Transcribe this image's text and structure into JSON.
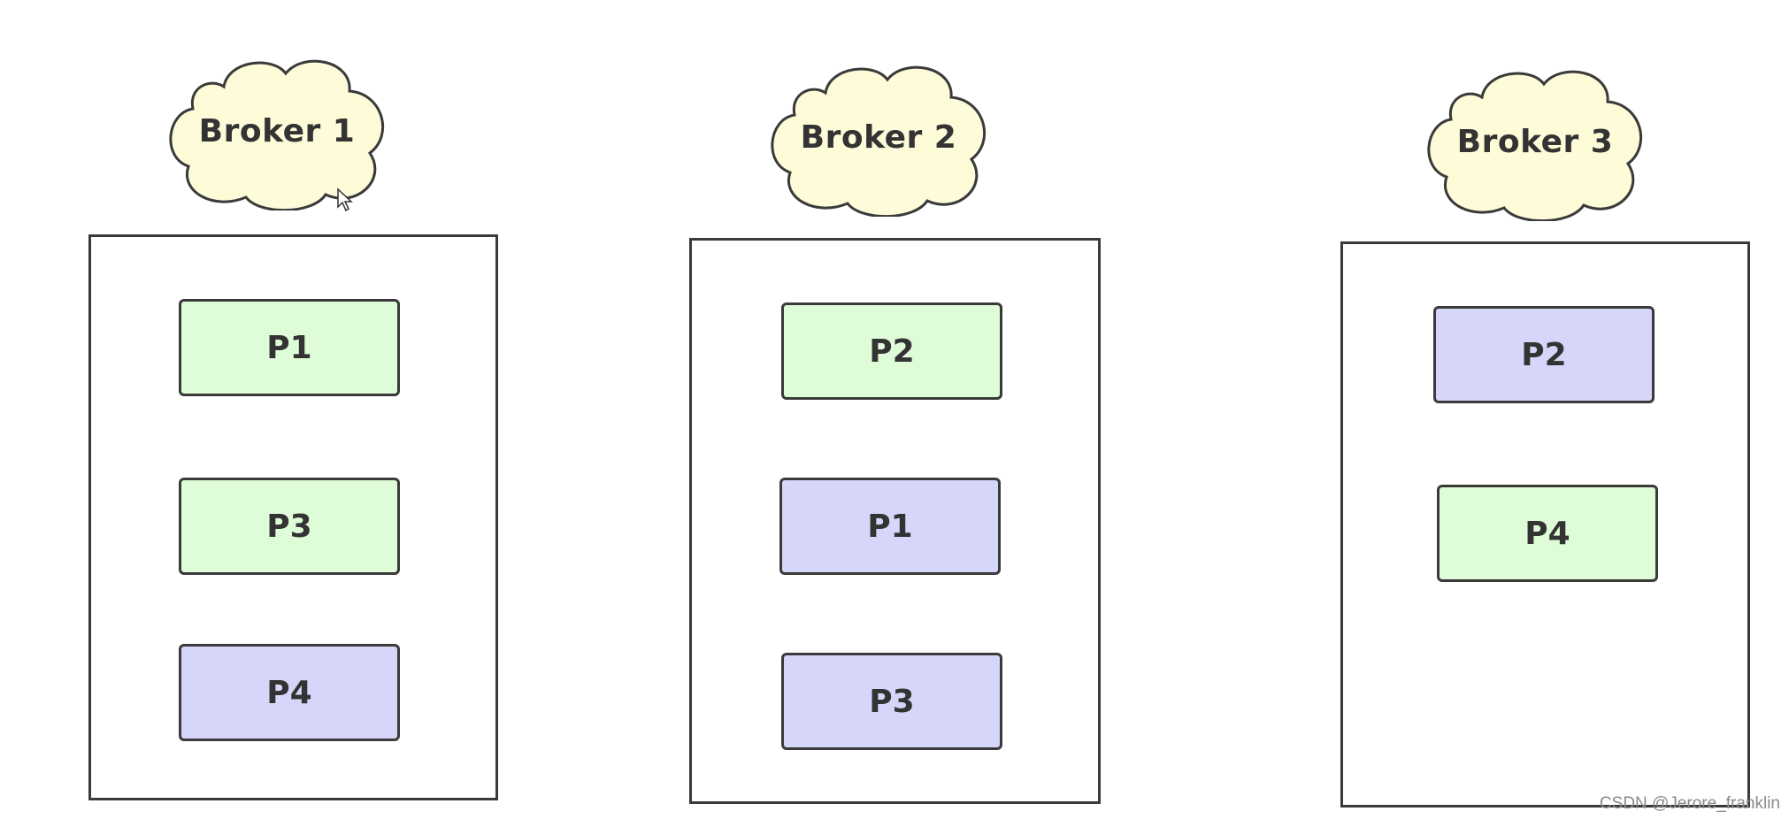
{
  "brokers": [
    {
      "label": "Broker 1",
      "partitions": [
        {
          "label": "P1",
          "role": "leader"
        },
        {
          "label": "P3",
          "role": "leader"
        },
        {
          "label": "P4",
          "role": "follower"
        }
      ]
    },
    {
      "label": "Broker 2",
      "partitions": [
        {
          "label": "P2",
          "role": "leader"
        },
        {
          "label": "P1",
          "role": "follower"
        },
        {
          "label": "P3",
          "role": "follower"
        }
      ]
    },
    {
      "label": "Broker 3",
      "partitions": [
        {
          "label": "P2",
          "role": "follower"
        },
        {
          "label": "P4",
          "role": "leader"
        }
      ]
    }
  ],
  "colors": {
    "cloud_fill": "#fdfbd8",
    "leader_fill": "#dffcd8",
    "follower_fill": "#d6d6fa",
    "stroke": "#3a3a3a"
  },
  "watermark": "CSDN @Jerore_franklin"
}
